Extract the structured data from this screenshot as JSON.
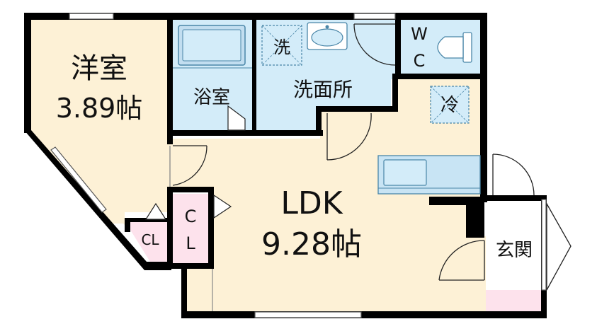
{
  "rooms": {
    "western_room": {
      "name": "洋室",
      "area": "3.89帖"
    },
    "bathroom": {
      "name": "浴室"
    },
    "washroom": {
      "name": "洗面所"
    },
    "washer_mark": "洗",
    "fridge_mark": "冷",
    "toilet": {
      "line1": "W",
      "line2": "C"
    },
    "closet_small": "CL",
    "closet_tall": {
      "line1": "C",
      "line2": "L"
    },
    "ldk": {
      "name": "LDK",
      "area": "9.28帖"
    },
    "entrance": {
      "name": "玄関"
    }
  },
  "colors": {
    "room_fill": "#fdf1d6",
    "wet_area_fill": "#d3ecf9",
    "closet_fill": "#fde2ec",
    "wall": "#000000",
    "fixture": "#4a86a8"
  }
}
